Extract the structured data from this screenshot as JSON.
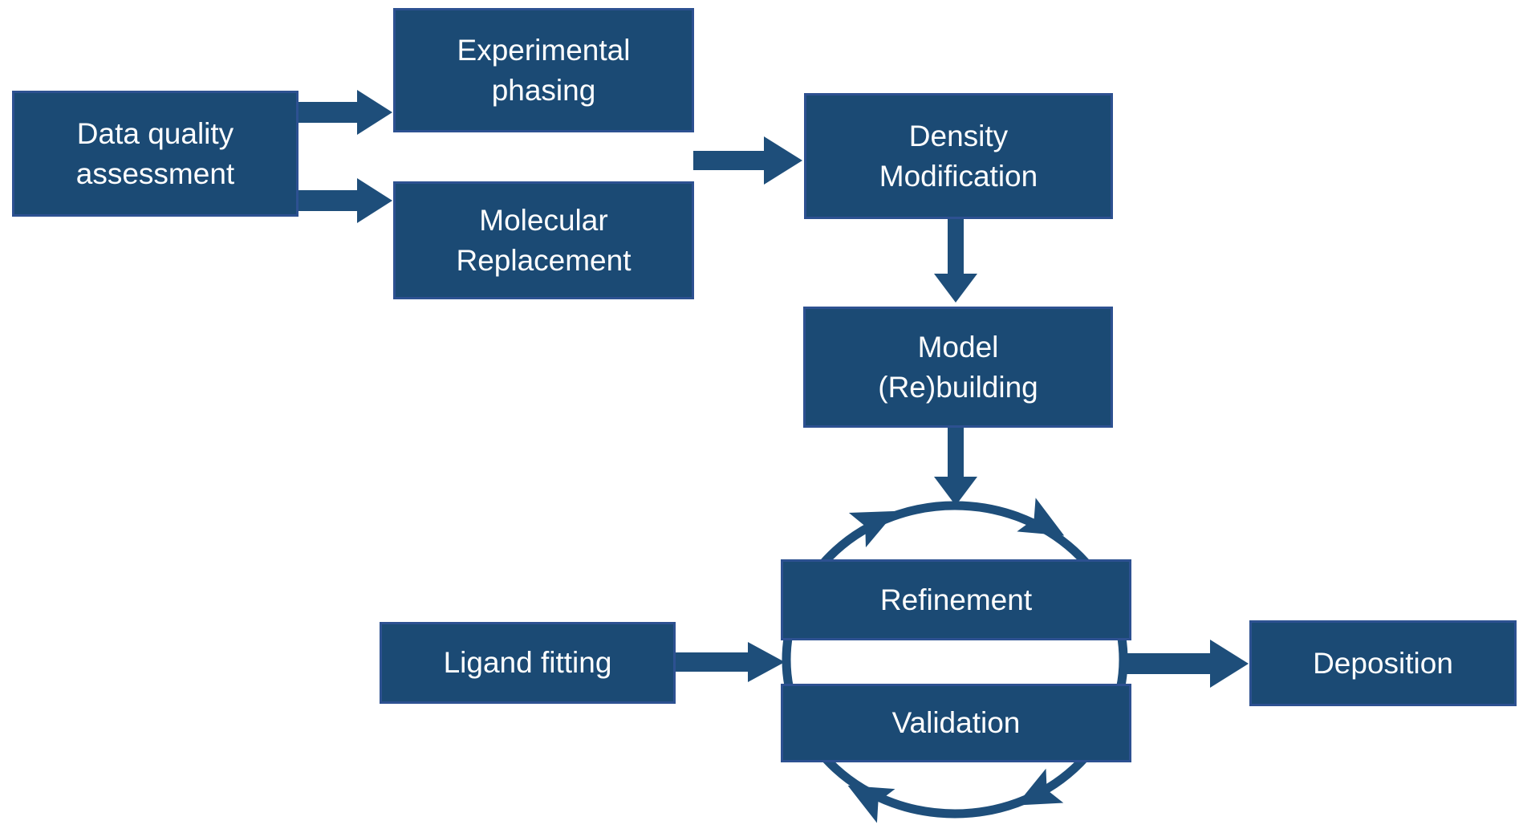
{
  "colors": {
    "background": "#ffffff",
    "box_fill": "#1b4a74",
    "box_border": "#2d5191",
    "arrow": "#1e4e7a",
    "label_text": "#ffffff"
  },
  "nodes": [
    {
      "id": "data-quality-assessment",
      "label": "Data quality\nassessment"
    },
    {
      "id": "experimental-phasing",
      "label": "Experimental\nphasing"
    },
    {
      "id": "molecular-replacement",
      "label": "Molecular\nReplacement"
    },
    {
      "id": "density-modification",
      "label": "Density\nModification"
    },
    {
      "id": "model-rebuilding",
      "label": "Model\n(Re)building"
    },
    {
      "id": "refinement",
      "label": "Refinement"
    },
    {
      "id": "validation",
      "label": "Validation"
    },
    {
      "id": "ligand-fitting",
      "label": "Ligand fitting"
    },
    {
      "id": "deposition",
      "label": "Deposition"
    }
  ],
  "edges": [
    {
      "from": "data-quality-assessment",
      "to": "experimental-phasing"
    },
    {
      "from": "data-quality-assessment",
      "to": "molecular-replacement"
    },
    {
      "from": "experimental-phasing-and-molecular-replacement",
      "to": "density-modification"
    },
    {
      "from": "density-modification",
      "to": "model-rebuilding"
    },
    {
      "from": "model-rebuilding",
      "to": "refinement-validation-cycle"
    },
    {
      "from": "ligand-fitting",
      "to": "refinement-validation-cycle"
    },
    {
      "from": "refinement-validation-cycle",
      "to": "deposition"
    }
  ],
  "cycle": {
    "members": [
      "refinement",
      "validation"
    ],
    "direction": "clockwise",
    "arrowhead_count": 4
  }
}
